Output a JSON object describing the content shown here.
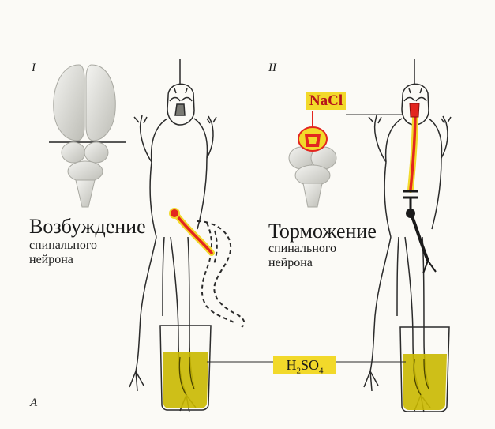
{
  "panels": {
    "left": {
      "roman": "I",
      "title": "Возбуждение",
      "subtitle_line1": "спинального",
      "subtitle_line2": "нейрона"
    },
    "right": {
      "roman": "II",
      "title": "Торможение",
      "subtitle_line1": "спинального",
      "subtitle_line2": "нейрона",
      "reagent_label": "NaCl"
    }
  },
  "shared": {
    "acid_label_parts": [
      "H",
      "2",
      "SO",
      "4"
    ],
    "figure_letter": "А"
  },
  "colors": {
    "acid_liquid": "#c9b800",
    "nerve_highlight": "#e3261f",
    "nerve_glow": "#f2d92a",
    "label_bg": "#f2d92a",
    "nacl_text": "#b5121b"
  }
}
